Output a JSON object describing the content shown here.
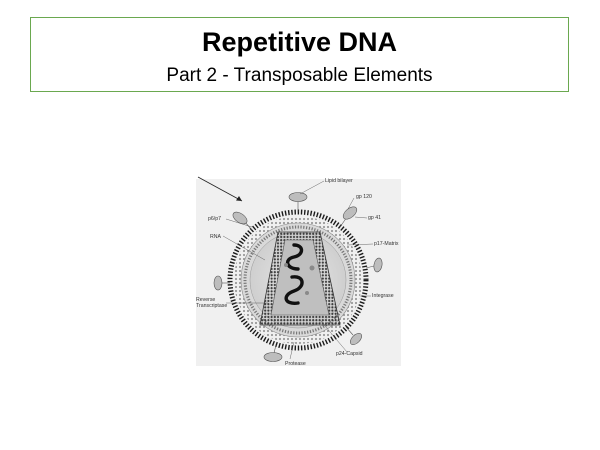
{
  "slide": {
    "title": "Repetitive DNA",
    "subtitle": "Part 2 - Transposable Elements"
  },
  "figure": {
    "labels": {
      "lipid_bilayer": "Lipid bilayer",
      "gp120": "gp 120",
      "gp41": "gp 41",
      "p6p7": "p6/p7",
      "rna": "RNA",
      "p17": "p17-Matrix",
      "integrase": "Integrase",
      "rt_line1": "Reverse",
      "rt_line2": "Transcriptase",
      "p24": "p24-Capsid",
      "protease": "Protease"
    }
  },
  "colors": {
    "title_border": "#6aa84f"
  }
}
